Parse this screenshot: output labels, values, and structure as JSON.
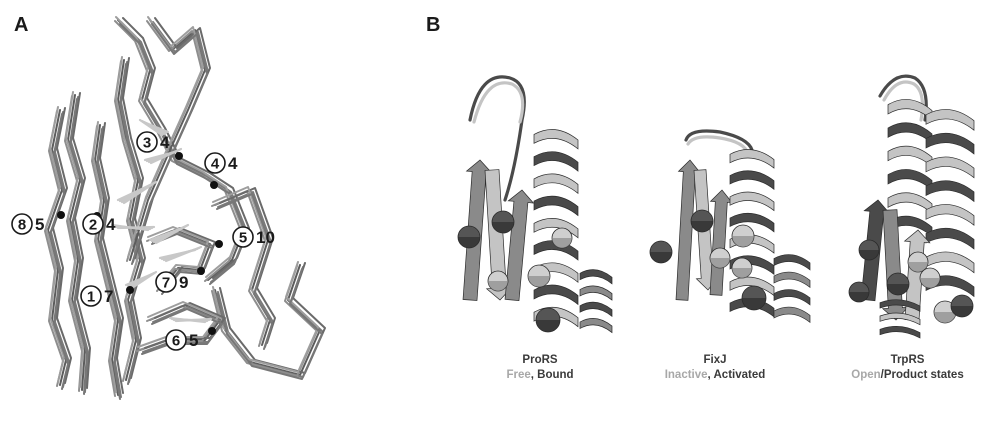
{
  "panel_a": {
    "letter": "A",
    "sites": [
      {
        "circled": "8",
        "count": "5"
      },
      {
        "circled": "2",
        "count": "4"
      },
      {
        "circled": "3",
        "count": "4"
      },
      {
        "circled": "4",
        "count": "4"
      },
      {
        "circled": "5",
        "count": "10"
      },
      {
        "circled": "7",
        "count": "9"
      },
      {
        "circled": "1",
        "count": "7"
      },
      {
        "circled": "6",
        "count": "5"
      }
    ]
  },
  "panel_b": {
    "letter": "B",
    "structures": [
      {
        "name": "ProRS",
        "states": [
          {
            "text": "Free",
            "tone": "light"
          },
          {
            "text": ", ",
            "tone": "dark"
          },
          {
            "text": "Bound",
            "tone": "dark"
          }
        ]
      },
      {
        "name": "FixJ",
        "states": [
          {
            "text": "Inactive",
            "tone": "light"
          },
          {
            "text": ", ",
            "tone": "dark"
          },
          {
            "text": "Activated",
            "tone": "dark"
          }
        ]
      },
      {
        "name": "TrpRS",
        "states": [
          {
            "text": "Open",
            "tone": "light"
          },
          {
            "text": "/",
            "tone": "dark"
          },
          {
            "text": "Product states",
            "tone": "dark"
          }
        ]
      }
    ]
  },
  "colors": {
    "light_state": "#a8a8a8",
    "dark_state": "#3a3a3a",
    "trace": "#6e6e6e"
  }
}
